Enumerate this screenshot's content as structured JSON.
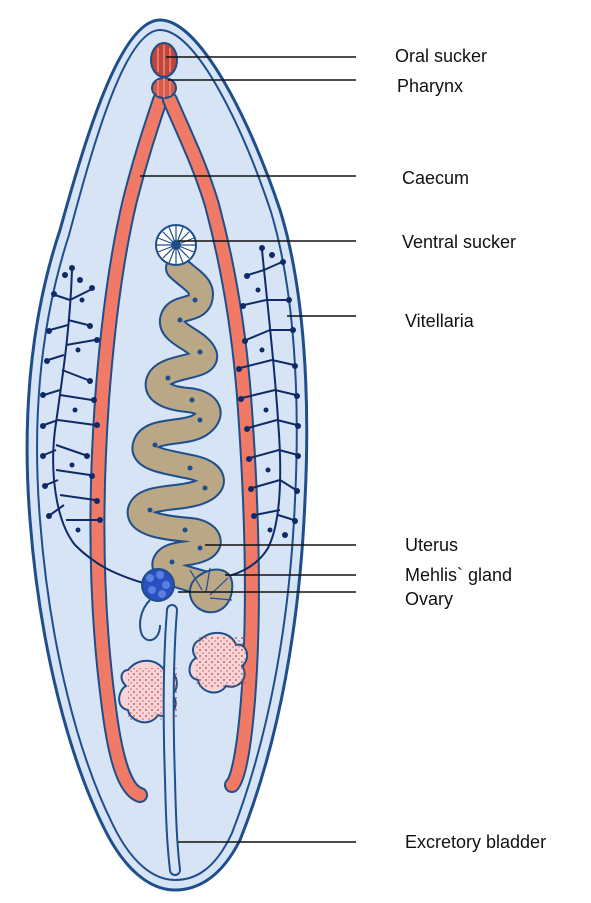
{
  "diagram": {
    "labels": {
      "oral_sucker": "Oral sucker",
      "pharynx": "Pharynx",
      "caecum": "Caecum",
      "ventral_sucker": "Ventral sucker",
      "vitellaria": "Vitellaria",
      "uterus": "Uterus",
      "mehlis_gland": "Mehlis` gland",
      "ovary": "Ovary",
      "excretory_bladder": "Excretory bladder"
    },
    "colors": {
      "body_fill": "#d6e4f5",
      "body_outline": "#1f4e8c",
      "caecum": "#f07a66",
      "suckers": "#c0453a",
      "uterus": "#b9a785",
      "vitellaria": "#0f2a66",
      "ovary": "#2a4fbf",
      "testes": "#f6d4d8"
    }
  }
}
